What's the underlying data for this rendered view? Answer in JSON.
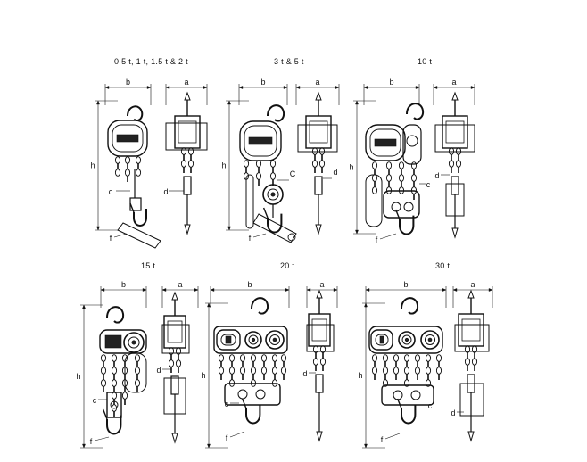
{
  "panels": [
    {
      "id": "p1",
      "caption": "0.5 t, 1 t, 1.5 t & 2 t",
      "dims": {
        "b": "b",
        "a": "a",
        "h": "h",
        "c": "c",
        "d": "d",
        "f": "f"
      }
    },
    {
      "id": "p2",
      "caption": "3 t & 5 t",
      "dims": {
        "b": "b",
        "a": "a",
        "h": "h",
        "c": "C",
        "d": "d",
        "f": "f"
      }
    },
    {
      "id": "p3",
      "caption": "10 t",
      "dims": {
        "b": "b",
        "a": "a",
        "h": "h",
        "c": "c",
        "d": "d",
        "f": "f"
      }
    },
    {
      "id": "p4",
      "caption": "15 t",
      "dims": {
        "b": "b",
        "a": "a",
        "h": "h",
        "c": "c",
        "d": "d",
        "f": "f"
      }
    },
    {
      "id": "p5",
      "caption": "20 t",
      "dims": {
        "b": "b",
        "a": "a",
        "h": "h",
        "c": "c",
        "d": "d",
        "f": "f"
      }
    },
    {
      "id": "p6",
      "caption": "30 t",
      "dims": {
        "b": "b",
        "a": "a",
        "h": "h",
        "c": "c",
        "d": "d",
        "f": "f"
      }
    }
  ]
}
